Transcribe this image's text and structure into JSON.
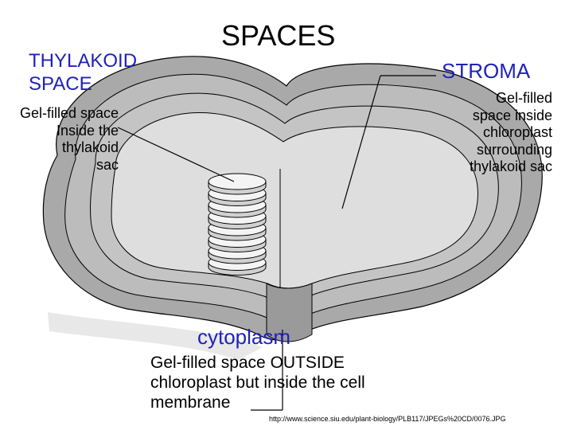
{
  "title": "SPACES",
  "thylakoid": {
    "heading_lines": [
      "THYLAKOID",
      "SPACE"
    ],
    "desc_lines": [
      "Gel-filled space",
      "Inside the",
      "thylakoid",
      "sac"
    ]
  },
  "stroma": {
    "heading": "STROMA",
    "desc_lines": [
      "Gel-filled",
      "space inside",
      "chloroplast",
      "surrounding",
      "thylakoid sac"
    ]
  },
  "cytoplasm": {
    "heading": "cytoplasm",
    "desc_lines": [
      "Gel-filled space OUTSIDE",
      "chloroplast but inside the cell",
      "membrane"
    ]
  },
  "source_url": "http://www.science.siu.edu/plant-biology/PLB117/JPEGs%20CD/0076.JPG",
  "colors": {
    "heading_blue": "#1f22b8",
    "outer_membrane": "#a9a9a9",
    "stroma_fill": "#dedede",
    "inner_shell": "#c4c4c4",
    "thylakoid_disc": "#f4f4f4"
  }
}
